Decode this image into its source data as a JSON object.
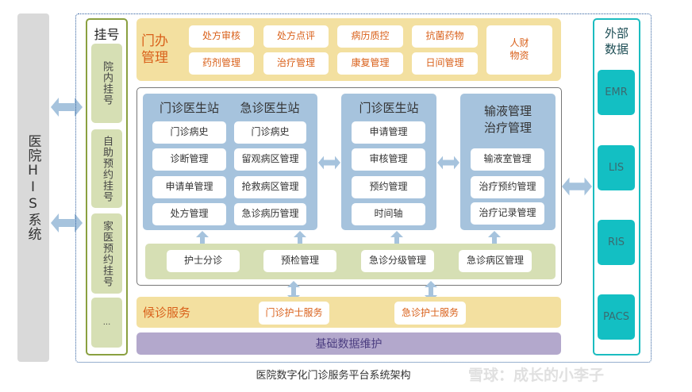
{
  "his": {
    "label": "医院HIS系统"
  },
  "registration": {
    "title": "挂号",
    "items": [
      "院内挂号",
      "自助预约挂号",
      "家医预约挂号",
      "..."
    ]
  },
  "office": {
    "title": "门办管理",
    "items": [
      "处方审核",
      "处方点评",
      "病历质控",
      "抗菌药物",
      "药剂管理",
      "治疗管理",
      "康复管理",
      "日间管理"
    ],
    "big_item": "人财物资"
  },
  "doctor_station": {
    "outpatient_title": "门诊医生站",
    "emergency_title": "急诊医生站",
    "outpatient_items": [
      "门诊病史",
      "诊断管理",
      "申请单管理",
      "处方管理"
    ],
    "emergency_items": [
      "门诊病史",
      "留观病区管理",
      "抢救病区管理",
      "急诊病历管理"
    ]
  },
  "outpatient_station2": {
    "title": "门诊医生站",
    "items": [
      "申请管理",
      "审核管理",
      "预约管理",
      "时间轴"
    ]
  },
  "infusion": {
    "title_line1": "输液管理",
    "title_line2": "治疗管理",
    "items": [
      "输液室管理",
      "治疗预约管理",
      "治疗记录管理"
    ]
  },
  "nursing": {
    "items": [
      "护士分诊",
      "预检管理",
      "急诊分级管理",
      "急诊病区管理"
    ]
  },
  "waiting": {
    "title": "候诊服务",
    "items": [
      "门诊护士服务",
      "急诊护士服务"
    ]
  },
  "base": {
    "label": "基础数据维护"
  },
  "external": {
    "title_line1": "外部",
    "title_line2": "数据",
    "items": [
      "EMR",
      "LIS",
      "RIS",
      "PACS"
    ]
  },
  "caption": "医院数字化门诊服务平台系统架构",
  "watermark": "雪球：成长的小李子",
  "colors": {
    "arrow": "#a6c3dd",
    "office": "#f3e0a0",
    "panel": "#a6c3dd",
    "green": "#d6dfb4",
    "purple": "#b3a8cc",
    "teal": "#13bfc3",
    "orange": "#d9601a"
  }
}
